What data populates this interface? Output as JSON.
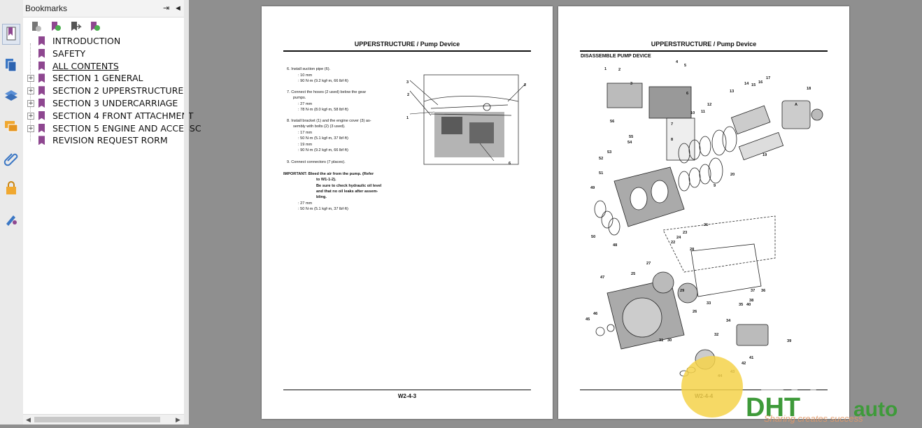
{
  "app": {
    "bookmarks_panel_title": "Bookmarks",
    "header_expand_glyph": "⇥",
    "header_collapse_glyph": "◄"
  },
  "sidebar_tools": [
    "page-thumbnails-icon",
    "bookmarks-icon",
    "layers-icon",
    "comments-icon",
    "attachments-icon",
    "security-icon",
    "signatures-icon"
  ],
  "bookmarks": [
    {
      "label": "INTRODUCTION",
      "expandable": false
    },
    {
      "label": "SAFETY",
      "expandable": false
    },
    {
      "label": "ALL CONTENTS",
      "expandable": false,
      "underlined": true
    },
    {
      "label": "SECTION 1 GENERAL",
      "expandable": true
    },
    {
      "label": "SECTION 2 UPPERSTRUCTURE",
      "expandable": true
    },
    {
      "label": "SECTION 3 UNDERCARRIAGE",
      "expandable": true
    },
    {
      "label": "SECTION 4 FRONT ATTACHMENT",
      "expandable": true
    },
    {
      "label": "SECTION 5 ENGINE AND ACCESSC",
      "expandable": true
    },
    {
      "label": "REVISION REQUEST RORM",
      "expandable": false
    }
  ],
  "page_left": {
    "title": "UPPERSTRUCTURE / Pump Device",
    "page_number": "W2-4-3",
    "lines": [
      "6. Install suction pipe (6).",
      ": 10 mm",
      ": 90 N·m (9.2 kgf·m, 66 lbf·ft)",
      "7. Connect the hoses (2 used) below the gear",
      "pumps.",
      ": 27 mm",
      ": 78 N·m (8.0 kgf·m, 58 lbf·ft)",
      "8. Install bracket (1) and the engine cover (3) as-",
      "sembly with bolts (2) (3 used).",
      ": 17 mm",
      ": 50 N·m (5.1 kgf·m, 37 lbf·ft)",
      ": 19 mm",
      ": 90 N·m (9.2 kgf·m, 66 lbf·ft)",
      "9. Connect connectors (7 places).",
      "IMPORTANT: Bleed the air from the pump. (Refer",
      "to W1-1-2).",
      "Be sure to check hydraulic oil level",
      "and that no oil leaks after assem-",
      "bling.",
      ": 27 mm",
      ": 50 N·m (5.1 kgf·m, 37 lbf·ft)"
    ],
    "figure_callouts": [
      "3",
      "2",
      "1",
      "2",
      "6"
    ]
  },
  "page_right": {
    "title": "UPPERSTRUCTURE / Pump Device",
    "subtitle": "DISASSEMBLE PUMP DEVICE",
    "page_number": "W2-4-4",
    "callouts": [
      "1",
      "2",
      "3",
      "4",
      "5",
      "6",
      "7",
      "8",
      "9",
      "10",
      "11",
      "12",
      "13",
      "14",
      "15",
      "16",
      "17",
      "18",
      "19",
      "20",
      "21",
      "22",
      "23",
      "24",
      "25",
      "26",
      "27",
      "28",
      "29",
      "30",
      "31",
      "32",
      "33",
      "34",
      "35",
      "36",
      "37",
      "38",
      "39",
      "40",
      "41",
      "42",
      "43",
      "44",
      "45",
      "46",
      "47",
      "48",
      "49",
      "50",
      "51",
      "52",
      "53",
      "54",
      "55",
      "56",
      "A"
    ]
  },
  "watermark": {
    "brand": "DHT auto",
    "slogan": "Sharing creates success"
  }
}
